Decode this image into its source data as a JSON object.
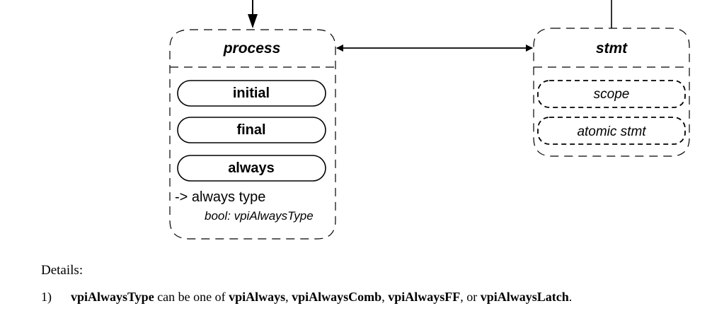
{
  "diagram": {
    "process": {
      "title": "process",
      "children": [
        "initial",
        "final",
        "always"
      ],
      "property_label": "-> always type",
      "property_type": "bool: vpiAlwaysType"
    },
    "stmt": {
      "title": "stmt",
      "children": [
        "scope",
        "atomic stmt"
      ]
    }
  },
  "details": {
    "heading": "Details:",
    "item_number": "1)",
    "item_parts": {
      "p1": "vpiAlwaysType",
      "p2": " can be one of ",
      "p3": "vpiAlways",
      "p4": ", ",
      "p5": "vpiAlwaysComb",
      "p6": ", ",
      "p7": "vpiAlwaysFF",
      "p8": ", or ",
      "p9": "vpiAlwaysLatch",
      "p10": "."
    }
  }
}
